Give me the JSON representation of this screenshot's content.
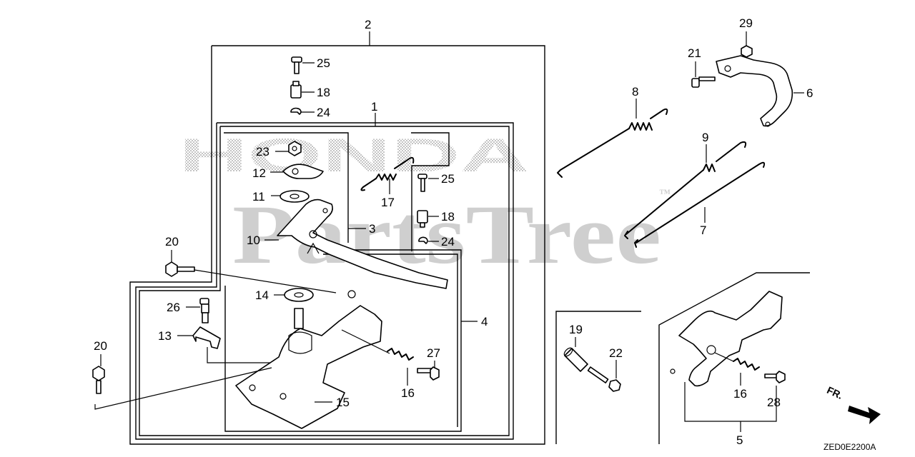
{
  "watermark": {
    "brand": "HONDA",
    "site": "PartsTree",
    "trademark": "™"
  },
  "callouts": {
    "c1": "1",
    "c2": "2",
    "c3": "3",
    "c4": "4",
    "c5": "5",
    "c6": "6",
    "c7": "7",
    "c8": "8",
    "c9": "9",
    "c10": "10",
    "c11": "11",
    "c12": "12",
    "c13": "13",
    "c14": "14",
    "c15": "15",
    "c16a": "16",
    "c16b": "16",
    "c17": "17",
    "c18a": "18",
    "c18b": "18",
    "c19": "19",
    "c20a": "20",
    "c20b": "20",
    "c21": "21",
    "c22": "22",
    "c23": "23",
    "c24a": "24",
    "c24b": "24",
    "c25a": "25",
    "c25b": "25",
    "c26": "26",
    "c27": "27",
    "c28": "28",
    "c29": "29"
  },
  "direction_label": "FR.",
  "diagram_code": "ZED0E2200A"
}
